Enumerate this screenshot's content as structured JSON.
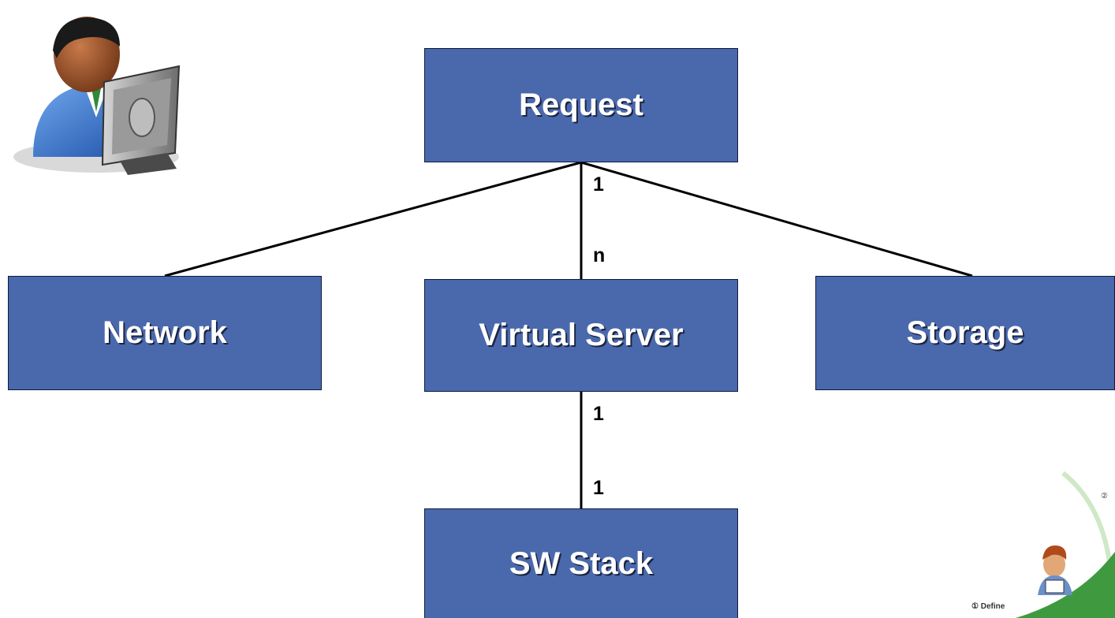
{
  "diagram": {
    "nodes": {
      "request": "Request",
      "network": "Network",
      "virtual_server": "Virtual Server",
      "storage": "Storage",
      "sw_stack": "SW Stack"
    },
    "edges": [
      {
        "from": "Request",
        "to": "Network"
      },
      {
        "from": "Request",
        "to": "Virtual Server",
        "from_cardinality": "1",
        "to_cardinality": "n"
      },
      {
        "from": "Request",
        "to": "Storage"
      },
      {
        "from": "Virtual Server",
        "to": "SW Stack",
        "from_cardinality": "1",
        "to_cardinality": "1"
      }
    ],
    "labels": {
      "req_vs_top": "1",
      "req_vs_bottom": "n",
      "vs_sw_top": "1",
      "vs_sw_bottom": "1"
    }
  },
  "decor": {
    "user_icon": "user-at-computer-icon",
    "corner_label": "① Define",
    "corner_marker": "②"
  },
  "colors": {
    "box_fill": "#4a69ad",
    "box_border": "#0d1a3a",
    "text": "#ffffff"
  }
}
